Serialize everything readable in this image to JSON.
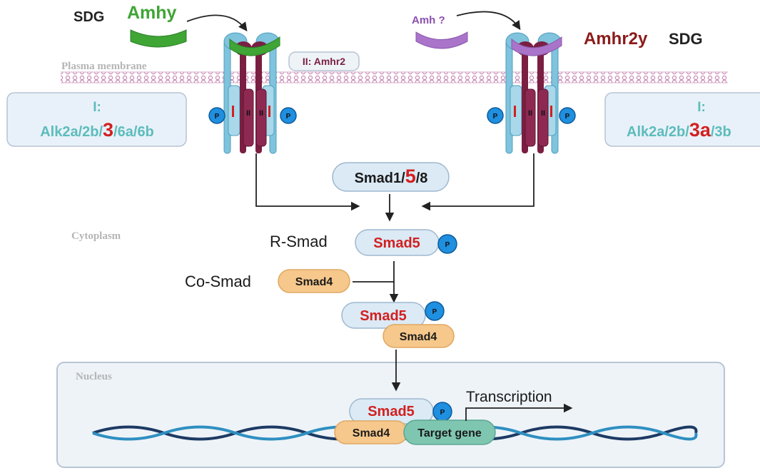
{
  "labels": {
    "sdg_left": "SDG",
    "amhy": "Amhy",
    "amh_q": "Amh ?",
    "amhr2y": "Amhr2y",
    "sdg_right": "SDG",
    "plasma_membrane": "Plasma membrane",
    "type2_receptor": "II: Amhr2",
    "cytoplasm": "Cytoplasm",
    "nucleus": "Nucleus",
    "r_smad": "R-Smad",
    "co_smad": "Co-Smad",
    "transcription": "Transcription"
  },
  "type1_left": {
    "heading": "I:",
    "prefix": "Alk2a/2b/",
    "highlight": "3",
    "suffix": "/6a/6b"
  },
  "type1_right": {
    "heading": "I:",
    "prefix": "Alk2a/2b/",
    "highlight": "3a",
    "suffix": "/3b"
  },
  "smad158": {
    "prefix": "Smad1/",
    "highlight": "5",
    "suffix": "/8"
  },
  "pills": {
    "smad5": "Smad5",
    "smad4": "Smad4",
    "target_gene": "Target gene",
    "phospho": "P",
    "roman_one": "I",
    "roman_two": "II"
  },
  "colors": {
    "teal_text": "#5dbcbc",
    "red_highlight": "#d22020",
    "amhy_green": "#3fa535",
    "amh_purple": "#a974c9",
    "receptor_blue": "#7fc3dc",
    "receptor_maroon": "#7a1f42",
    "phospho_blue": "#1f8fe0",
    "smad4_orange": "#f6c88c",
    "smad5_blue": "#dbeaf5",
    "target_green": "#7fc6b0",
    "dna_dark": "#1c3a63",
    "dna_light": "#2e8fc0",
    "nucleus_fill": "#eef3f8"
  }
}
